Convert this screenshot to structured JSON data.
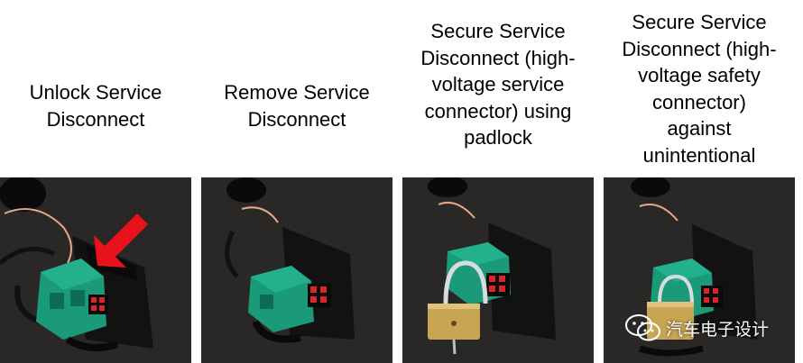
{
  "steps": [
    {
      "caption": "Unlock Service\nDisconnect",
      "has_arrow": true,
      "has_padlock": false,
      "padlock_size": ""
    },
    {
      "caption": "Remove Service\nDisconnect",
      "has_arrow": false,
      "has_padlock": false,
      "padlock_size": ""
    },
    {
      "caption": "Secure Service\nDisconnect (high-\nvoltage service\nconnector) using\npadlock",
      "has_arrow": false,
      "has_padlock": true,
      "padlock_size": "large"
    },
    {
      "caption": "Secure Service\nDisconnect (high-\nvoltage safety\nconnector)\nagainst\nunintentional",
      "has_arrow": false,
      "has_padlock": true,
      "padlock_size": "small"
    }
  ],
  "watermark": {
    "text": "汽车电子设计",
    "icon": "wechat-icon"
  },
  "colors": {
    "connector": "#1a9a78",
    "terminal": "#d8262a",
    "arrow": "#e8131a",
    "padlock": "#c8a553",
    "panel": "#2a2826"
  }
}
